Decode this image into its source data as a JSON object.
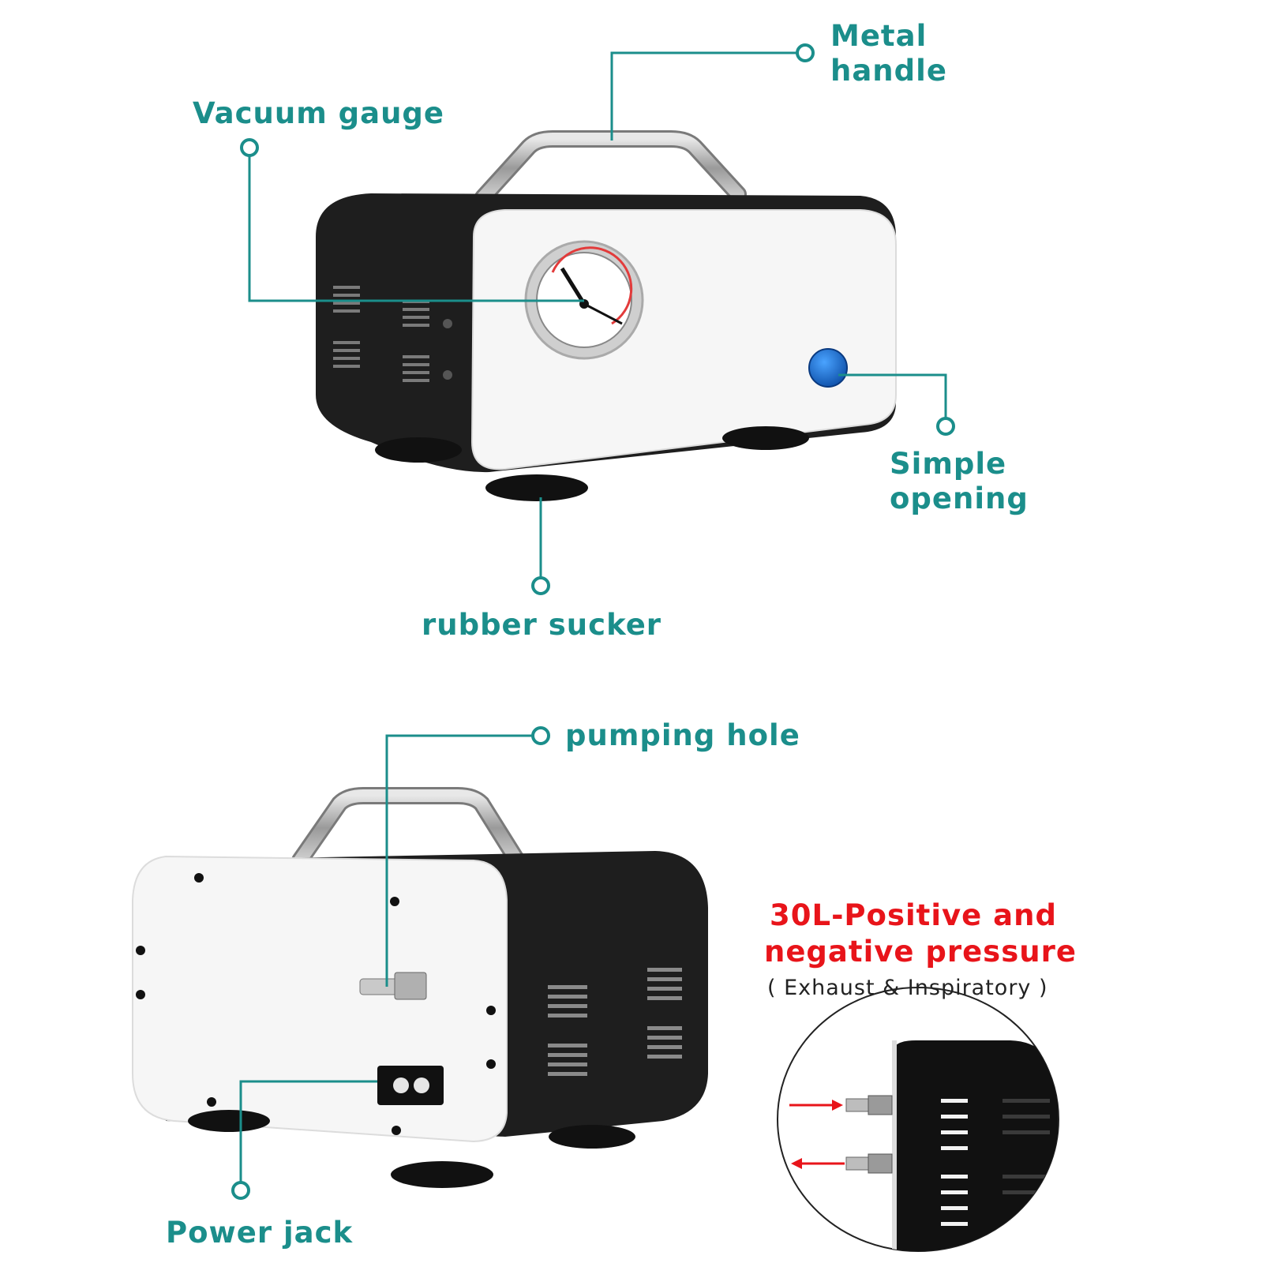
{
  "callouts": {
    "metal_handle_line1": "Metal",
    "metal_handle_line2": "handle",
    "vacuum_gauge": "Vacuum gauge",
    "simple_opening_line1": "Simple",
    "simple_opening_line2": "opening",
    "rubber_sucker": "rubber sucker",
    "pumping_hole": "pumping hole",
    "power_jack": "Power jack"
  },
  "feature": {
    "headline_line1": "30L-Positive and",
    "headline_line2": "negative pressure",
    "subtitle": "( Exhaust & Inspiratory )"
  },
  "colors": {
    "teal": "#1b8e8b",
    "red": "#e8141a",
    "body_black": "#1e1e1e",
    "panel_white": "#f5f5f5",
    "switch_blue": "#1e73d6"
  }
}
